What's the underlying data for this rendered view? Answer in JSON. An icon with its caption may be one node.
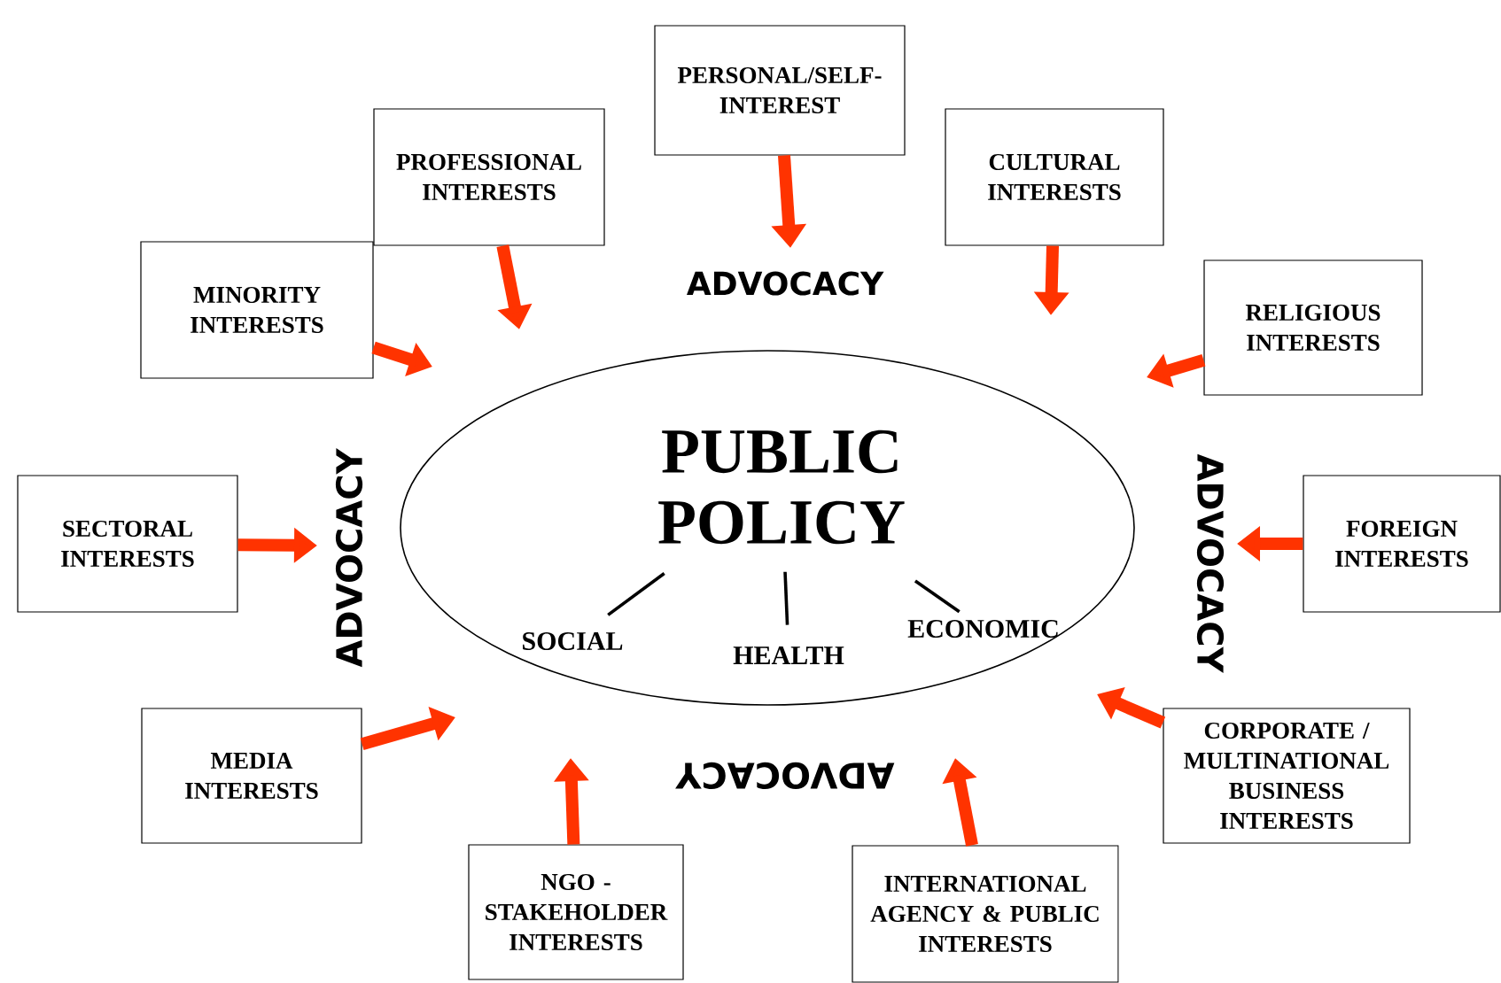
{
  "diagram": {
    "nodes": [
      {
        "text": [],
        "shape": "ellipse"
      },
      {
        "text": [
          "PUBLIC POLICY"
        ],
        "in": 0
      },
      {
        "text": [
          "SOCIAL"
        ],
        "in": 0
      },
      {
        "text": [
          "HEALTH"
        ],
        "in": 0
      },
      {
        "text": [
          "ECONOMIC"
        ],
        "in": 0
      },
      {
        "text": [
          "PERSONAL/SELF-INTEREST"
        ]
      },
      {
        "text": [
          "PROFESSIONAL INTERESTS"
        ]
      },
      {
        "text": [
          "CULTURAL INTERESTS"
        ]
      },
      {
        "text": [
          "MINORITY INTERESTS"
        ]
      },
      {
        "text": [
          "RELIGIOUS INTERESTS"
        ]
      },
      {
        "text": [
          "SECTORAL INTERESTS"
        ]
      },
      {
        "text": [
          "FOREIGN INTERESTS"
        ]
      },
      {
        "text": [
          "MEDIA INTERESTS"
        ]
      },
      {
        "text": [
          "CORPORATE / MULTINATIONAL BUSINESS INTERESTS"
        ]
      },
      {
        "text": [
          "NGO - STAKEHOLDER INTERESTS"
        ]
      },
      {
        "text": [
          "INTERNATIONAL AGENCY & PUBLIC INTERESTS"
        ]
      }
    ],
    "edges": [
      {
        "from": 1,
        "to": 2,
        "arrow": "none",
        "color": "#000000"
      },
      {
        "from": 1,
        "to": 3,
        "arrow": "none",
        "color": "#000000"
      },
      {
        "from": 1,
        "to": 4,
        "arrow": "none",
        "color": "#000000"
      },
      {
        "from": 5,
        "to": null,
        "arrow": "to"
      },
      {
        "from": 6,
        "to": null,
        "arrow": "to"
      },
      {
        "from": 7,
        "to": null,
        "arrow": "to"
      },
      {
        "from": 8,
        "to": null,
        "arrow": "to"
      },
      {
        "from": 9,
        "to": null,
        "arrow": "to"
      },
      {
        "from": 10,
        "to": null,
        "arrow": "to"
      },
      {
        "from": 11,
        "to": null,
        "arrow": "to"
      },
      {
        "from": 12,
        "to": null,
        "arrow": "to"
      },
      {
        "from": 13,
        "to": null,
        "arrow": "to"
      },
      {
        "from": 14,
        "to": null,
        "arrow": "to"
      },
      {
        "from": 15,
        "to": null,
        "arrow": "to"
      }
    ],
    "labels": [
      "ADVOCACY",
      "ADVOCACY",
      "ADVOCACY",
      "ADVOCACY"
    ]
  }
}
